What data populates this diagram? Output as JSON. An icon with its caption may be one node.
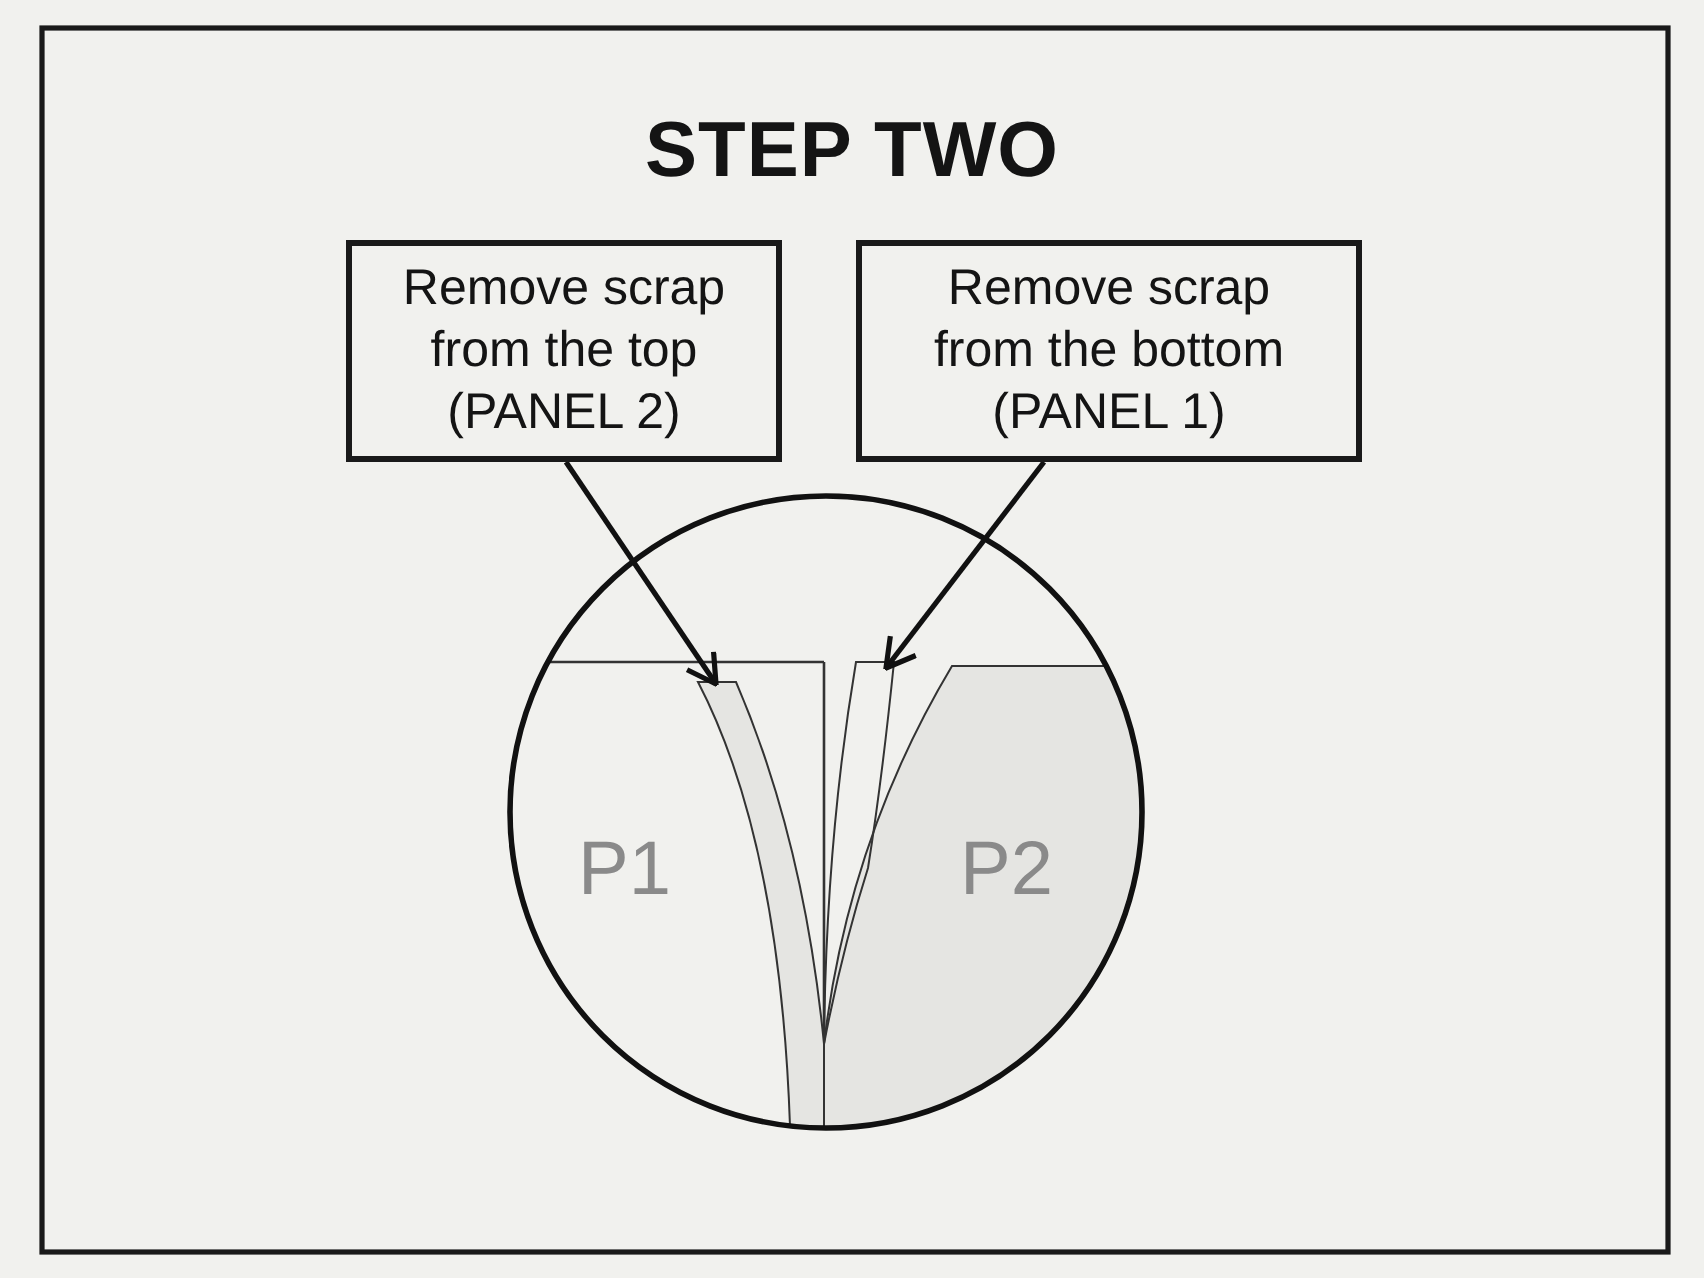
{
  "diagram": {
    "title": "STEP TWO",
    "nodes": [
      {
        "text": [
          "Remove scrap from the top (PANEL 2)"
        ]
      },
      {
        "text": [
          "Remove scrap from the bottom (PANEL 1)"
        ]
      },
      {
        "text": [],
        "shape": "bar"
      },
      {
        "text": [],
        "shape": "bar"
      }
    ],
    "edges": [
      {
        "from": 0,
        "to": 2,
        "arrow": "to"
      },
      {
        "from": 1,
        "to": 3,
        "arrow": "to"
      }
    ],
    "labels": [
      "P1",
      "P2"
    ]
  }
}
